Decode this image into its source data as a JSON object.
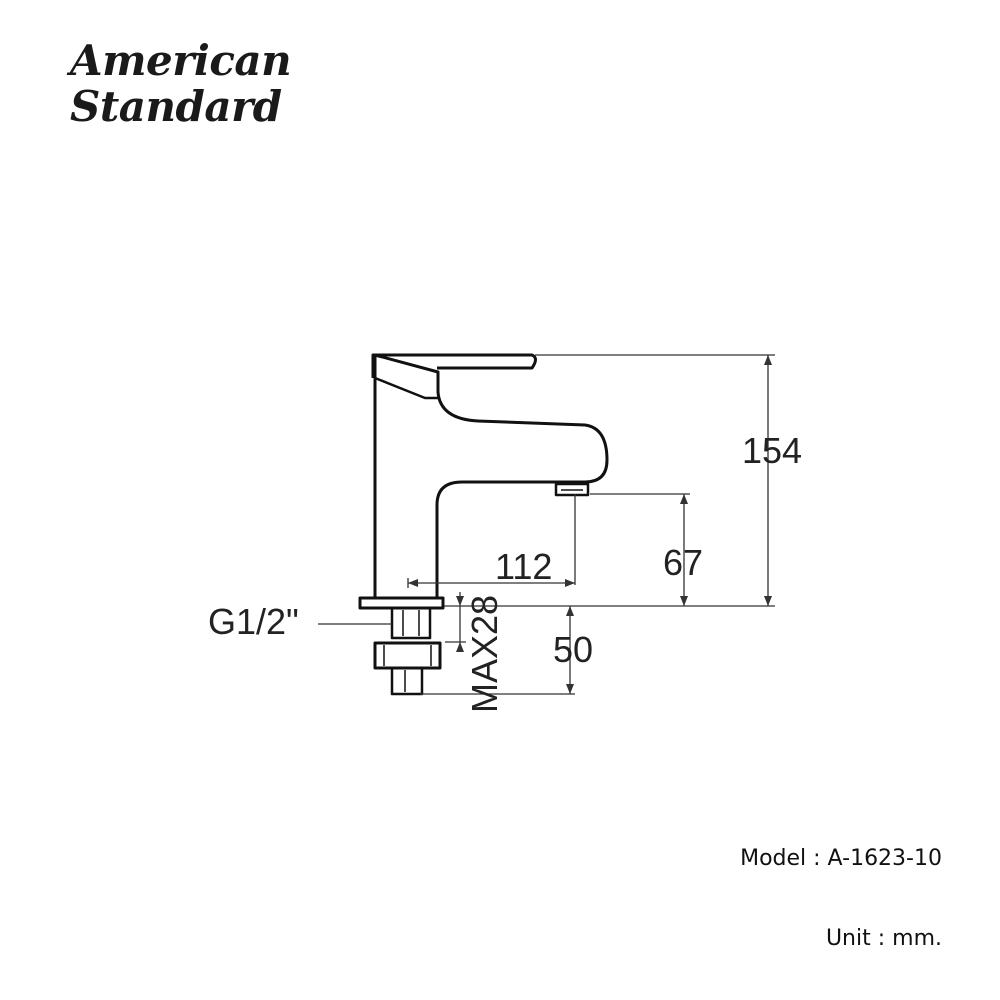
{
  "brand": {
    "line1": "American",
    "line2": "Standard"
  },
  "dimensions": {
    "height_total": "154",
    "spout_height": "67",
    "spout_reach": "112",
    "thread": "G1/2\"",
    "max_deck": "MAX28",
    "shank_length": "50"
  },
  "footer": {
    "model": "Model : A-1623-10",
    "unit": "Unit : mm."
  }
}
